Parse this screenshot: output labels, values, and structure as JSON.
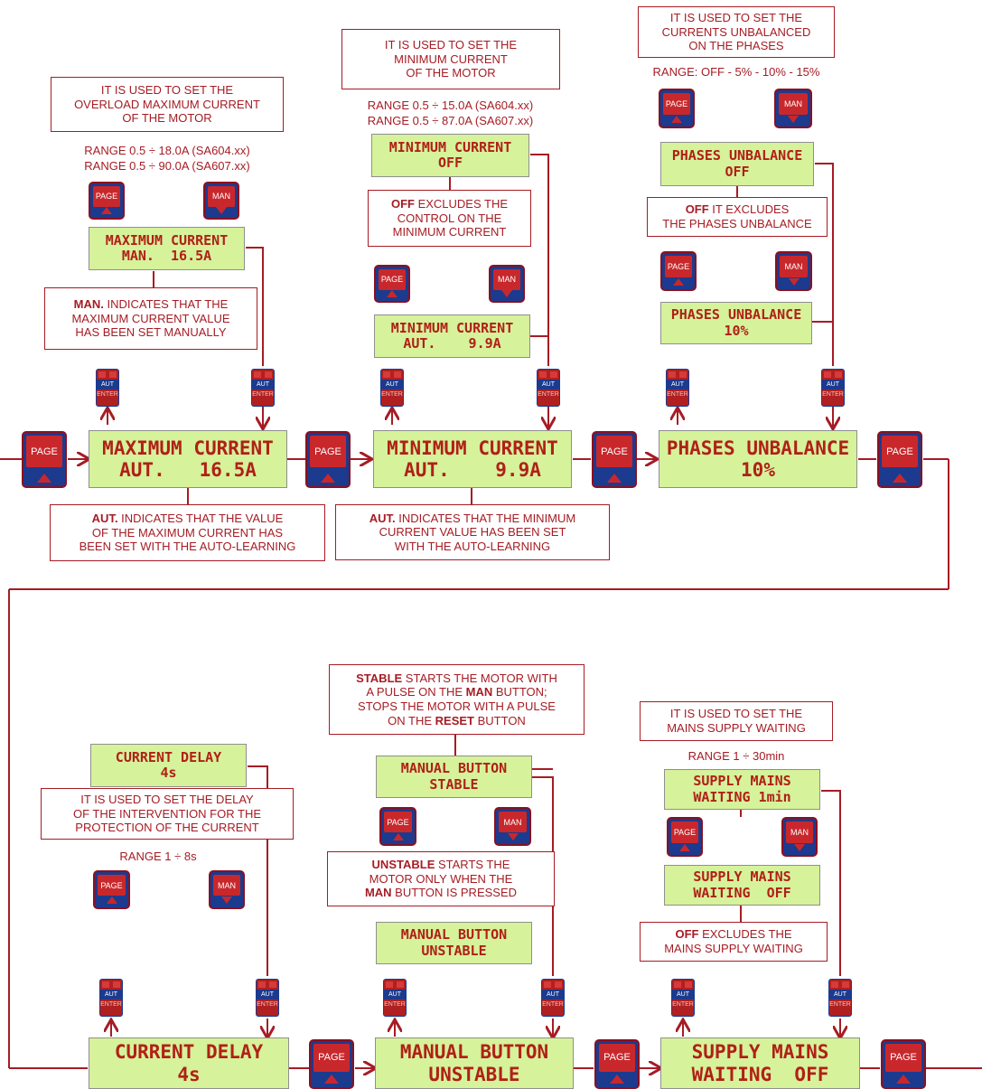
{
  "buttons": {
    "page": "PAGE",
    "man": "MAN",
    "aut": "AUT",
    "enter": "ENTER"
  },
  "max_current": {
    "note_lines": [
      "IT IS USED TO SET THE",
      "OVERLOAD MAXIMUM CURRENT",
      "OF THE MOTOR"
    ],
    "range_lines": [
      "RANGE 0.5 ÷ 18.0A  (SA604.xx)",
      "RANGE 0.5 ÷ 90.0A  (SA607.xx)"
    ],
    "lcd_man": [
      "MAXIMUM CURRENT",
      "MAN.  16.5A"
    ],
    "man_note": {
      "bold": "MAN.",
      "rest": " INDICATES THAT THE",
      "line2": "MAXIMUM CURRENT VALUE",
      "line3": "HAS BEEN SET MANUALLY"
    },
    "lcd_main": [
      "MAXIMUM CURRENT",
      "AUT.   16.5A"
    ],
    "aut_note": {
      "bold": "AUT.",
      "rest": " INDICATES THAT THE VALUE",
      "line2": "OF THE MAXIMUM CURRENT HAS",
      "line3": "BEEN SET WITH THE AUTO-LEARNING"
    }
  },
  "min_current": {
    "note_lines": [
      "IT IS USED TO SET THE",
      "MINIMUM CURRENT",
      "OF THE MOTOR"
    ],
    "range_lines": [
      "RANGE 0.5 ÷ 15.0A  (SA604.xx)",
      "RANGE 0.5 ÷ 87.0A  (SA607.xx)"
    ],
    "lcd_off": [
      "MINIMUM CURRENT",
      "OFF"
    ],
    "off_note": {
      "bold": "OFF",
      "rest": " EXCLUDES THE",
      "line2": "CONTROL ON THE",
      "line3": "MINIMUM CURRENT"
    },
    "lcd_aut": [
      "MINIMUM CURRENT",
      "AUT.    9.9A"
    ],
    "lcd_main": [
      "MINIMUM CURRENT",
      "AUT.    9.9A"
    ],
    "aut_note": {
      "bold": "AUT.",
      "rest": " INDICATES THAT THE MINIMUM",
      "line2": "CURRENT VALUE HAS BEEN SET",
      "line3": "WITH THE AUTO-LEARNING"
    }
  },
  "phases": {
    "note_lines": [
      "IT IS USED TO SET THE",
      "CURRENTS UNBALANCED",
      "ON THE PHASES"
    ],
    "range": "RANGE: OFF - 5% - 10% - 15%",
    "lcd_off": [
      "PHASES UNBALANCE",
      "OFF"
    ],
    "off_note": {
      "bold": "OFF",
      "rest": " IT EXCLUDES",
      "line2": "THE PHASES UNBALANCE"
    },
    "lcd_10": [
      "PHASES UNBALANCE",
      "10%"
    ],
    "lcd_main": [
      "PHASES UNBALANCE",
      "10%"
    ]
  },
  "current_delay": {
    "note_lines": [
      "IT IS USED TO SET THE DELAY",
      "OF THE INTERVENTION FOR THE",
      "PROTECTION OF THE CURRENT"
    ],
    "range": "RANGE 1 ÷ 8s",
    "lcd_small": [
      "CURRENT DELAY",
      "4s"
    ],
    "lcd_main": [
      "CURRENT DELAY",
      "4s"
    ]
  },
  "manual_button": {
    "stable_note": {
      "b1": "STABLE",
      "t1": " STARTS THE MOTOR WITH",
      "t2a": "A PULSE ON THE ",
      "b2": "MAN",
      "t2b": " BUTTON;",
      "t3": "STOPS THE MOTOR WITH A PULSE",
      "t4a": "ON THE ",
      "b3": "RESET",
      "t4b": " BUTTON"
    },
    "lcd_stable": [
      "MANUAL BUTTON",
      "STABLE"
    ],
    "unstable_note": {
      "b1": "UNSTABLE",
      "t1": " STARTS THE",
      "t2": "MOTOR ONLY WHEN THE",
      "b2": "MAN",
      "t3": " BUTTON IS PRESSED"
    },
    "lcd_unstable": [
      "MANUAL BUTTON",
      "UNSTABLE"
    ],
    "lcd_main": [
      "MANUAL BUTTON",
      "UNSTABLE"
    ]
  },
  "supply": {
    "note_lines": [
      "IT IS USED TO SET THE",
      "MAINS SUPPLY WAITING"
    ],
    "range": "RANGE 1 ÷ 30min",
    "lcd_1min": [
      "SUPPLY MAINS",
      "WAITING 1min"
    ],
    "lcd_off": [
      "SUPPLY MAINS",
      "WAITING  OFF"
    ],
    "off_note": {
      "bold": "OFF",
      "rest": " EXCLUDES THE",
      "line2": "MAINS SUPPLY WAITING"
    },
    "lcd_main": [
      "SUPPLY MAINS",
      "WAITING  OFF"
    ]
  },
  "colors": {
    "lcd_bg": "#d6f29a",
    "text": "#a61c24",
    "wire": "#a61c24",
    "button_blue": "#1c3a8e",
    "button_red": "#c8282c"
  }
}
